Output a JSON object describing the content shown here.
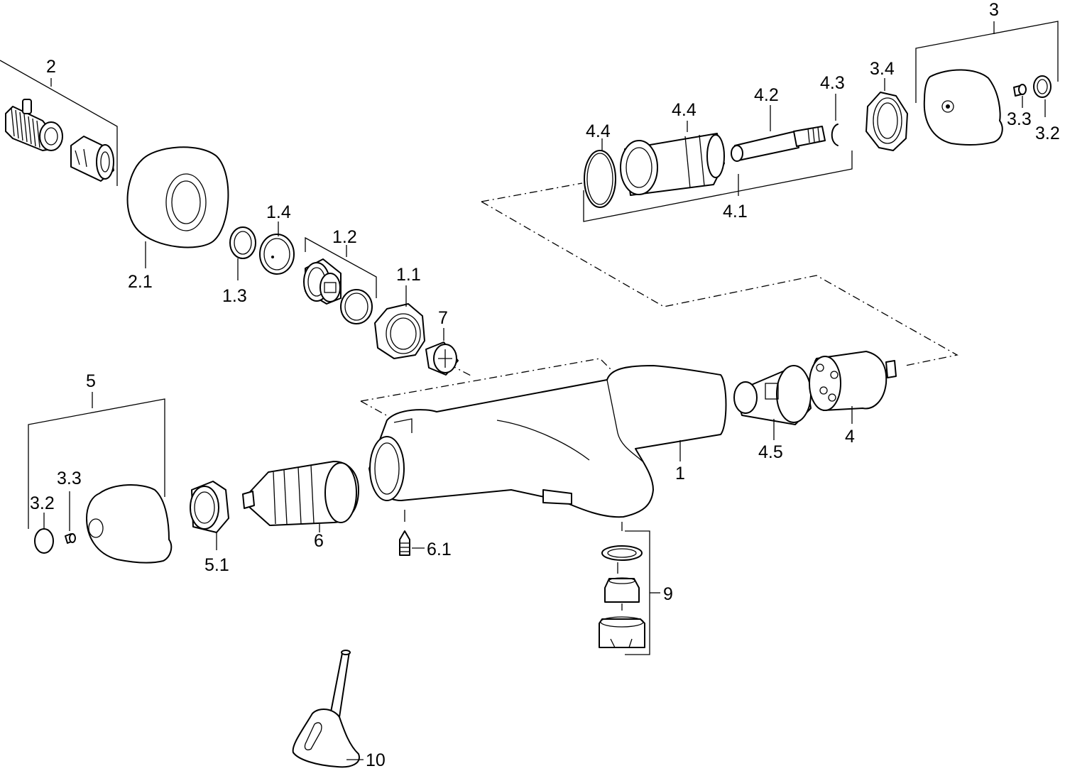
{
  "labels": {
    "l1": "1",
    "l1_1": "1.1",
    "l1_2": "1.2",
    "l1_3": "1.3",
    "l1_4": "1.4",
    "l2": "2",
    "l2_1": "2.1",
    "l3": "3",
    "l3_2a": "3.2",
    "l3_3a": "3.3",
    "l3_4": "3.4",
    "l4": "4",
    "l4_1": "4.1",
    "l4_2": "4.2",
    "l4_3": "4.3",
    "l4_4a": "4.4",
    "l4_4b": "4.4",
    "l4_5": "4.5",
    "l5": "5",
    "l5_1": "5.1",
    "l3_2b": "3.2",
    "l3_3b": "3.3",
    "l6": "6",
    "l6_1": "6.1",
    "l7": "7",
    "l9": "9",
    "l10": "10"
  }
}
